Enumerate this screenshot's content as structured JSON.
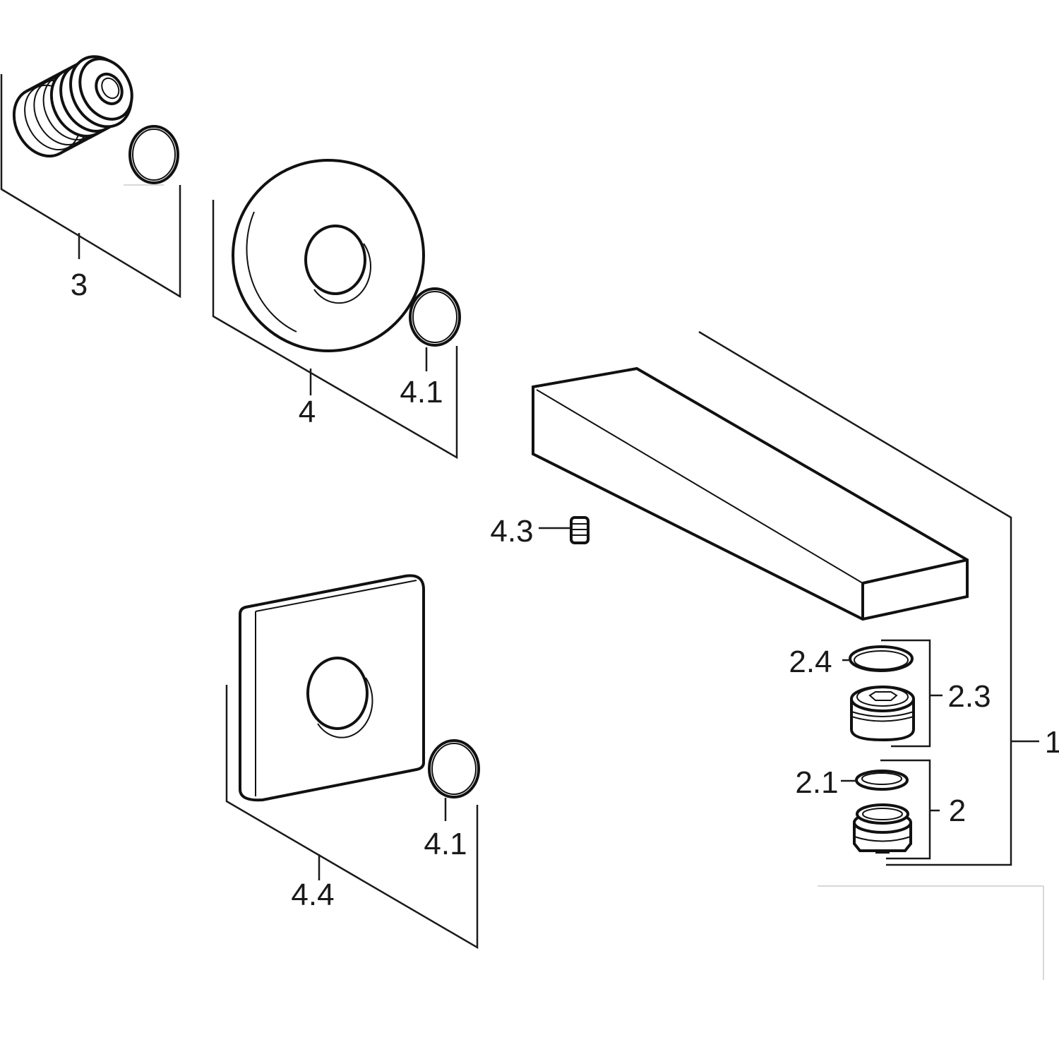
{
  "diagram": {
    "labels": {
      "cartridge": "3",
      "round_rosette": "4",
      "oring_upper": "4.1",
      "grub_screw": "4.3",
      "oring_lower": "4.1",
      "square_rosette": "4.4",
      "ring_2_4": "2.4",
      "aerator_insert_2_3": "2.3",
      "seal_2_1": "2.1",
      "aerator_2": "2",
      "spout": "1"
    }
  }
}
